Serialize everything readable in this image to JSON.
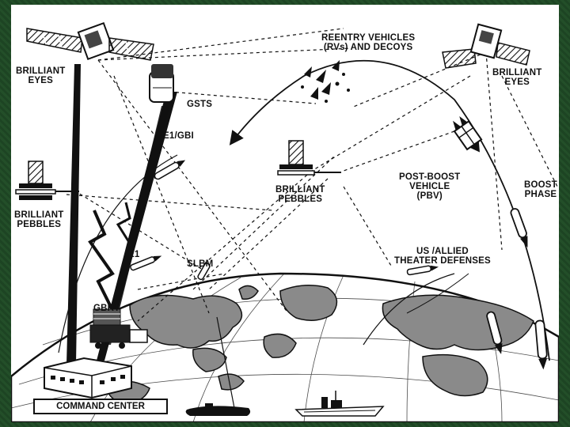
{
  "labels": {
    "brilliant_eyes_left": [
      "BRILLIANT",
      "EYES"
    ],
    "brilliant_eyes_right": [
      "BRILLIANT",
      "EYES"
    ],
    "reentry_vehicles": [
      "REENTRY VEHICLES",
      "(RVs) AND DECOYS"
    ],
    "gsts": "GSTS",
    "e1_gbi": "E1/GBI",
    "brilliant_pebbles_left": [
      "BRILLIANT",
      "PEBBLES"
    ],
    "brilliant_pebbles_center": [
      "BRILLIANT",
      "PEBBLES"
    ],
    "post_boost_vehicle": [
      "POST-BOOST",
      "VEHICLE",
      "(PBV)"
    ],
    "boost_phase": [
      "BOOST",
      "PHASE"
    ],
    "us_allied": [
      "US /ALLIED",
      "THEATER DEFENSES"
    ],
    "e1": "E1",
    "slbm": "SLBM",
    "gbrt": "GBRT",
    "command_center": "COMMAND CENTER"
  },
  "colors": {
    "border_green": "#1f4a25",
    "panel": "#ffffff",
    "ink": "#111111",
    "land_gray": "#8a8a8a"
  }
}
